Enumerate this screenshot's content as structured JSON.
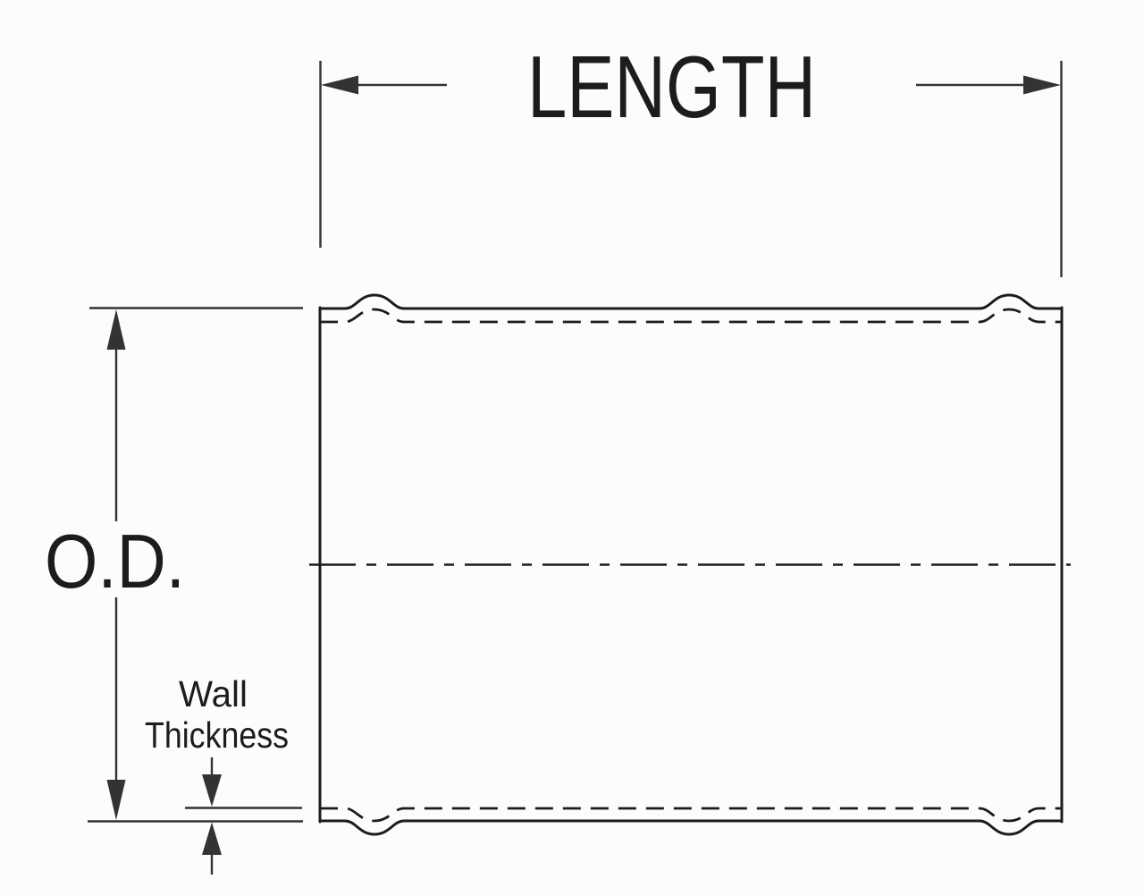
{
  "colors": {
    "background": "#fcfcfc",
    "outline": "#1c1c1c",
    "dimension": "#333333"
  },
  "diagram": {
    "type": "technical-drawing",
    "subject": "straight tube side view with bead rolls at both ends",
    "labels": {
      "length": "LENGTH",
      "od": "O.D.",
      "wall_line1": "Wall",
      "wall_line2": "Thickness"
    }
  }
}
